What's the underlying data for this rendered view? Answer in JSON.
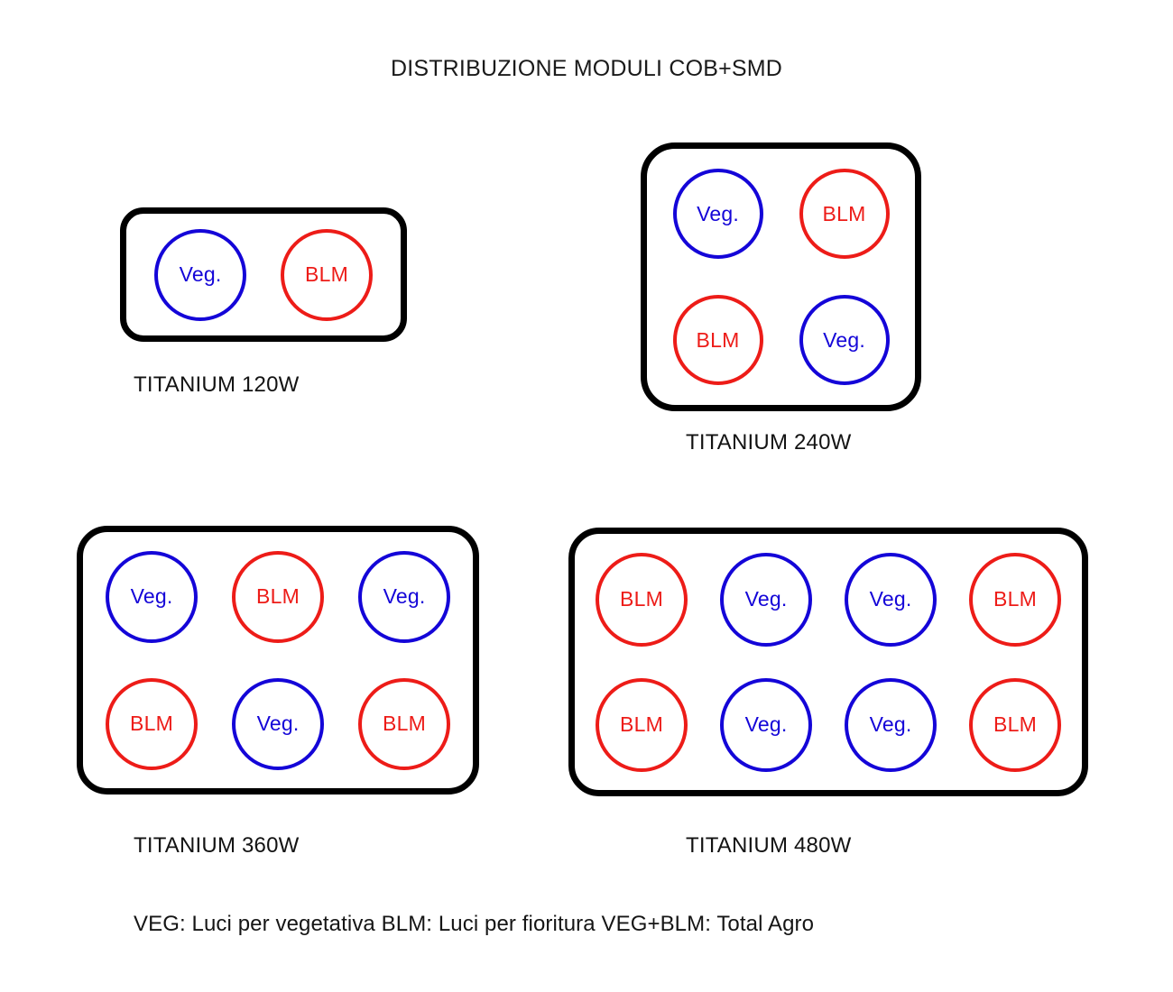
{
  "title": "DISTRIBUZIONE MODULI COB+SMD",
  "colors": {
    "veg": "#1405d8",
    "blm": "#ed1c18",
    "outline": "#000000",
    "background": "#ffffff",
    "text": "#131313"
  },
  "module_labels": {
    "veg": "Veg.",
    "blm": "BLM"
  },
  "panels": [
    {
      "id": "panel-120w",
      "caption": "TITANIUM 120W",
      "columns": 2,
      "rows": 1,
      "modules": [
        {
          "type": "veg",
          "label": "Veg."
        },
        {
          "type": "blm",
          "label": "BLM"
        }
      ]
    },
    {
      "id": "panel-240w",
      "caption": "TITANIUM 240W",
      "columns": 2,
      "rows": 2,
      "modules": [
        {
          "type": "veg",
          "label": "Veg."
        },
        {
          "type": "blm",
          "label": "BLM"
        },
        {
          "type": "blm",
          "label": "BLM"
        },
        {
          "type": "veg",
          "label": "Veg."
        }
      ]
    },
    {
      "id": "panel-360w",
      "caption": "TITANIUM 360W",
      "columns": 3,
      "rows": 2,
      "modules": [
        {
          "type": "veg",
          "label": "Veg."
        },
        {
          "type": "blm",
          "label": "BLM"
        },
        {
          "type": "veg",
          "label": "Veg."
        },
        {
          "type": "blm",
          "label": "BLM"
        },
        {
          "type": "veg",
          "label": "Veg."
        },
        {
          "type": "blm",
          "label": "BLM"
        }
      ]
    },
    {
      "id": "panel-480w",
      "caption": "TITANIUM 480W",
      "columns": 4,
      "rows": 2,
      "modules": [
        {
          "type": "blm",
          "label": "BLM"
        },
        {
          "type": "veg",
          "label": "Veg."
        },
        {
          "type": "veg",
          "label": "Veg."
        },
        {
          "type": "blm",
          "label": "BLM"
        },
        {
          "type": "blm",
          "label": "BLM"
        },
        {
          "type": "veg",
          "label": "Veg."
        },
        {
          "type": "veg",
          "label": "Veg."
        },
        {
          "type": "blm",
          "label": "BLM"
        }
      ]
    }
  ],
  "legend": {
    "full_text": "VEG:  Luci per vegetativa  BLM: Luci per fioritura  VEG+BLM: Total Agro",
    "entries": [
      {
        "key": "VEG:",
        "description": "Luci per vegetativa"
      },
      {
        "key": "BLM:",
        "description": "Luci per fioritura"
      },
      {
        "key": "VEG+BLM:",
        "description": "Total Agro"
      }
    ]
  }
}
